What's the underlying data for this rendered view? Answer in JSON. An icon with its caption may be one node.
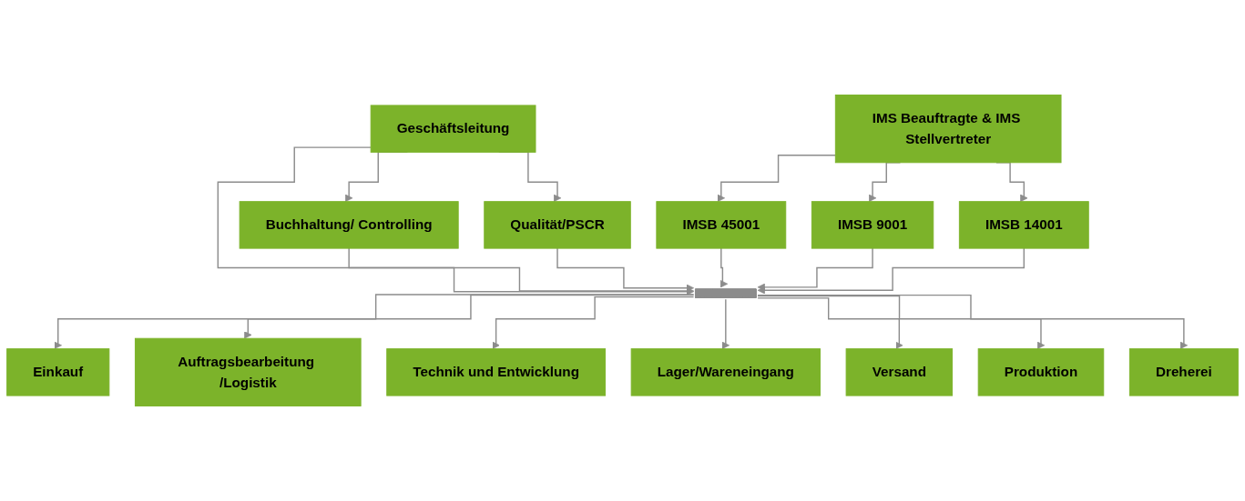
{
  "diagram": {
    "nodes": [
      {
        "text": [
          "Geschäftsleitung"
        ]
      },
      {
        "text": [
          "IMS Beauftragte & IMS Stellvertreter"
        ]
      },
      {
        "text": [
          "Buchhaltung/ Controlling"
        ]
      },
      {
        "text": [
          "Qualität/PSCR"
        ]
      },
      {
        "text": [
          "IMSB 45001"
        ]
      },
      {
        "text": [
          "IMSB 9001"
        ]
      },
      {
        "text": [
          "IMSB 14001"
        ]
      },
      {
        "text": [],
        "shape": "bar"
      },
      {
        "text": [
          "Einkauf"
        ]
      },
      {
        "text": [
          "Auftragsbearbeitung /Logistik"
        ]
      },
      {
        "text": [
          "Technik und Entwicklung"
        ]
      },
      {
        "text": [
          "Lager/Wareneingang"
        ]
      },
      {
        "text": [
          "Versand"
        ]
      },
      {
        "text": [
          "Produktion"
        ]
      },
      {
        "text": [
          "Dreherei"
        ]
      }
    ],
    "edges": [
      {
        "from": 0,
        "to": 2,
        "arrow": "to"
      },
      {
        "from": 0,
        "to": 3,
        "arrow": "to"
      },
      {
        "from": 0,
        "to": 7,
        "arrow": "to"
      },
      {
        "from": 1,
        "to": 4,
        "arrow": "to"
      },
      {
        "from": 1,
        "to": 5,
        "arrow": "to"
      },
      {
        "from": 1,
        "to": 6,
        "arrow": "to"
      },
      {
        "from": 2,
        "to": 7,
        "arrow": "to"
      },
      {
        "from": 3,
        "to": 7,
        "arrow": "to"
      },
      {
        "from": 4,
        "to": 7,
        "arrow": "to"
      },
      {
        "from": 5,
        "to": 7,
        "arrow": "to"
      },
      {
        "from": 6,
        "to": 7,
        "arrow": "to"
      },
      {
        "from": 7,
        "to": 8,
        "arrow": "to"
      },
      {
        "from": 7,
        "to": 9,
        "arrow": "to"
      },
      {
        "from": 7,
        "to": 10,
        "arrow": "to"
      },
      {
        "from": 7,
        "to": 11,
        "arrow": "to"
      },
      {
        "from": 7,
        "to": 12,
        "arrow": "to"
      },
      {
        "from": 7,
        "to": 13,
        "arrow": "to"
      },
      {
        "from": 7,
        "to": 14,
        "arrow": "to"
      }
    ]
  }
}
